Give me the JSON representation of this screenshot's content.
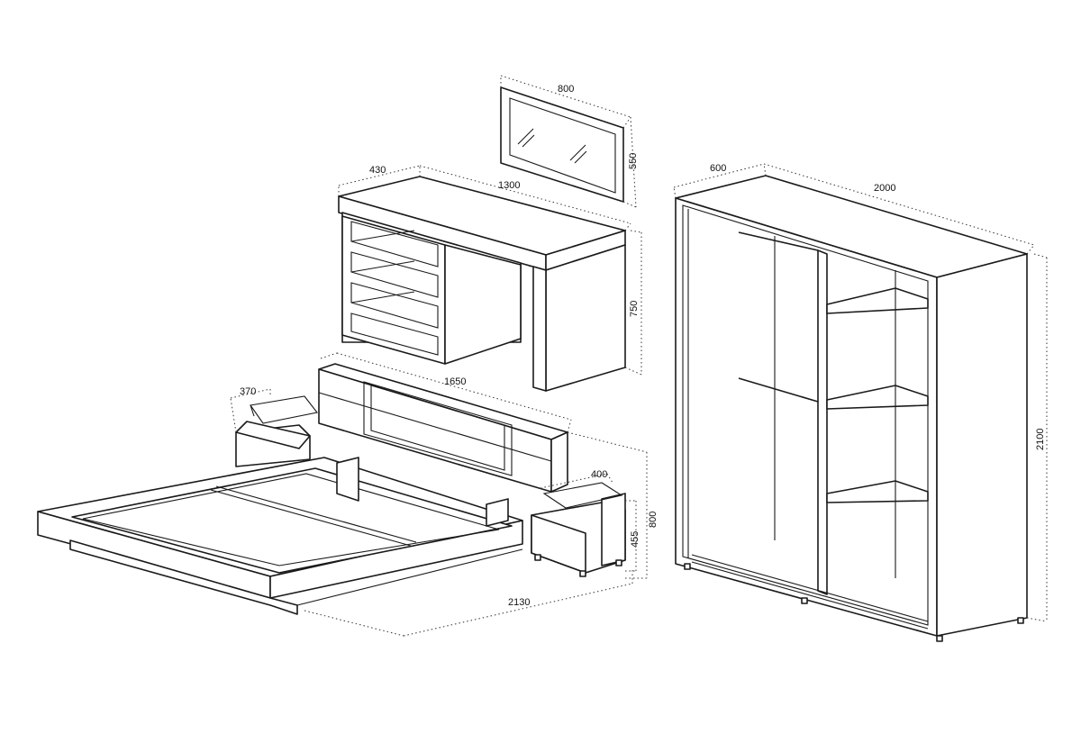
{
  "dimensions": {
    "mirror_width": "800",
    "mirror_height": "550",
    "desk_depth": "430",
    "desk_width": "1300",
    "desk_height": "750",
    "wardrobe_depth": "600",
    "wardrobe_width": "2000",
    "wardrobe_height": "2100",
    "nightstand_left_depth": "370",
    "headboard_width": "1650",
    "nightstand_right_depth": "400",
    "bed_height": "800",
    "nightstand_height": "455",
    "bed_length": "2130"
  }
}
